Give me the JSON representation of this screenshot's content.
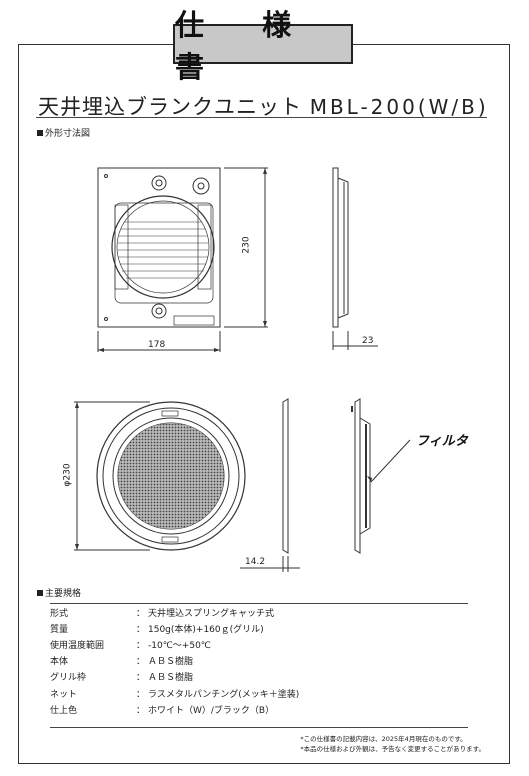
{
  "header": {
    "title": "仕 様 書"
  },
  "product": {
    "name": "天井埋込ブランクユニット",
    "model": "MBL-200(W/B)"
  },
  "sections": {
    "dimensions": "外形寸法図",
    "specs": "主要規格"
  },
  "dimensions": {
    "width": "178",
    "height": "230",
    "depth_top": "23",
    "diameter": "φ230",
    "depth_bottom": "14.2",
    "filter_label": "フィルタ"
  },
  "specs": [
    {
      "label": "形式",
      "value": "天井埋込スプリングキャッチ式"
    },
    {
      "label": "質量",
      "value": "150g(本体)+160ｇ(グリル)"
    },
    {
      "label": "使用温度範囲",
      "value": "-10℃～+50℃"
    },
    {
      "label": "本体",
      "value": "ＡＢＳ樹脂"
    },
    {
      "label": "グリル枠",
      "value": "ＡＢＳ樹脂"
    },
    {
      "label": "ネット",
      "value": "ラスメタルパンチング(メッキ＋塗装)"
    },
    {
      "label": "仕上色",
      "value": "ホワイト（W）/ブラック（B）"
    }
  ],
  "notes": [
    "*この仕様書の記載内容は、2025年4月現在のものです。",
    "*本品の仕様および外観は、予告なく変更することがあります。"
  ]
}
